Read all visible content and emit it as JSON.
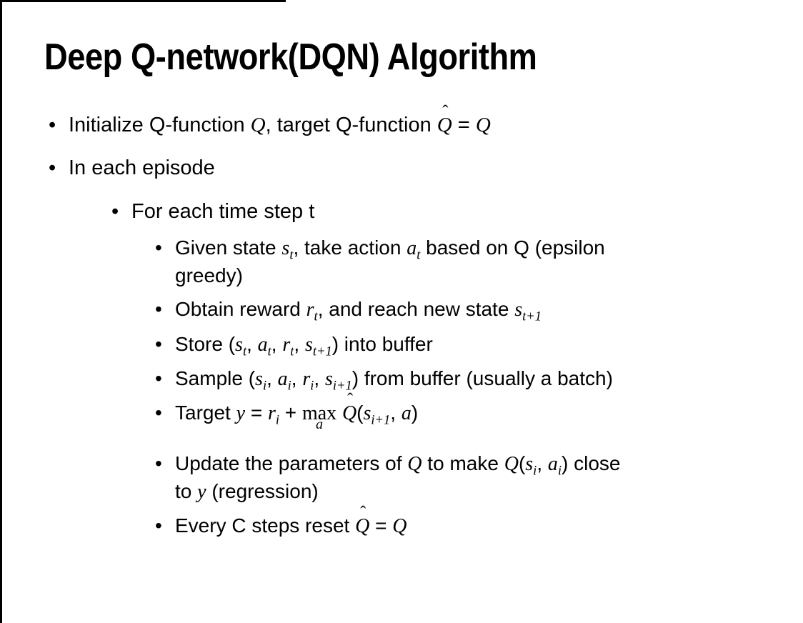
{
  "slide": {
    "title": "Deep Q-network(DQN) Algorithm",
    "bullets": [
      {
        "level": 1,
        "segments": [
          {
            "t": "text",
            "v": "Initialize Q-function "
          },
          {
            "t": "math",
            "v": "Q"
          },
          {
            "t": "text",
            "v": ", target Q-function "
          },
          {
            "t": "mathhat",
            "v": "Q"
          },
          {
            "t": "text",
            "v": " = "
          },
          {
            "t": "math",
            "v": "Q"
          }
        ]
      },
      {
        "level": 1,
        "segments": [
          {
            "t": "text",
            "v": "In each episode"
          }
        ]
      },
      {
        "level": 2,
        "segments": [
          {
            "t": "text",
            "v": "For each time step t"
          }
        ]
      },
      {
        "level": 3,
        "segments": [
          {
            "t": "text",
            "v": "Given state "
          },
          {
            "t": "sub",
            "base": "s",
            "sub": "t"
          },
          {
            "t": "text",
            "v": ", take action "
          },
          {
            "t": "sub",
            "base": "a",
            "sub": "t"
          },
          {
            "t": "text",
            "v": " based on Q (epsilon"
          },
          {
            "t": "br"
          },
          {
            "t": "text",
            "v": "greedy)"
          }
        ]
      },
      {
        "level": 3,
        "segments": [
          {
            "t": "text",
            "v": "Obtain reward "
          },
          {
            "t": "sub",
            "base": "r",
            "sub": "t"
          },
          {
            "t": "text",
            "v": ", and reach new state "
          },
          {
            "t": "sub",
            "base": "s",
            "sub": "t+1"
          }
        ]
      },
      {
        "level": 3,
        "segments": [
          {
            "t": "text",
            "v": "Store ("
          },
          {
            "t": "sub",
            "base": "s",
            "sub": "t"
          },
          {
            "t": "text",
            "v": ", "
          },
          {
            "t": "sub",
            "base": "a",
            "sub": "t"
          },
          {
            "t": "text",
            "v": ", "
          },
          {
            "t": "sub",
            "base": "r",
            "sub": "t"
          },
          {
            "t": "text",
            "v": ", "
          },
          {
            "t": "sub",
            "base": "s",
            "sub": "t+1"
          },
          {
            "t": "text",
            "v": ") into buffer"
          }
        ]
      },
      {
        "level": 3,
        "segments": [
          {
            "t": "text",
            "v": "Sample ("
          },
          {
            "t": "sub",
            "base": "s",
            "sub": "i"
          },
          {
            "t": "text",
            "v": ", "
          },
          {
            "t": "sub",
            "base": "a",
            "sub": "i"
          },
          {
            "t": "text",
            "v": ", "
          },
          {
            "t": "sub",
            "base": "r",
            "sub": "i"
          },
          {
            "t": "text",
            "v": ", "
          },
          {
            "t": "sub",
            "base": "s",
            "sub": "i+1"
          },
          {
            "t": "text",
            "v": ") from buffer (usually a batch)"
          }
        ]
      },
      {
        "level": 3,
        "segments": [
          {
            "t": "text",
            "v": "Target "
          },
          {
            "t": "math",
            "v": "y"
          },
          {
            "t": "text",
            "v": " = "
          },
          {
            "t": "sub",
            "base": "r",
            "sub": "i"
          },
          {
            "t": "text",
            "v": " + "
          },
          {
            "t": "maxunder",
            "base": "max",
            "under": "a"
          },
          {
            "t": "text",
            "v": " "
          },
          {
            "t": "mathhat",
            "v": "Q"
          },
          {
            "t": "text",
            "v": "("
          },
          {
            "t": "sub",
            "base": "s",
            "sub": "i+1"
          },
          {
            "t": "text",
            "v": ", "
          },
          {
            "t": "math",
            "v": "a"
          },
          {
            "t": "text",
            "v": ")"
          }
        ]
      },
      {
        "level": 3,
        "segments": [
          {
            "t": "text",
            "v": "Update the parameters of "
          },
          {
            "t": "math",
            "v": "Q"
          },
          {
            "t": "text",
            "v": " to make "
          },
          {
            "t": "math",
            "v": "Q"
          },
          {
            "t": "text",
            "v": "("
          },
          {
            "t": "sub",
            "base": "s",
            "sub": "i"
          },
          {
            "t": "text",
            "v": ", "
          },
          {
            "t": "sub",
            "base": "a",
            "sub": "i"
          },
          {
            "t": "text",
            "v": ") close"
          },
          {
            "t": "br"
          },
          {
            "t": "text",
            "v": "to "
          },
          {
            "t": "math",
            "v": "y"
          },
          {
            "t": "text",
            "v": " (regression)"
          }
        ]
      },
      {
        "level": 3,
        "segments": [
          {
            "t": "text",
            "v": "Every C steps reset "
          },
          {
            "t": "mathhat",
            "v": "Q"
          },
          {
            "t": "text",
            "v": " = "
          },
          {
            "t": "math",
            "v": "Q"
          }
        ]
      }
    ]
  }
}
